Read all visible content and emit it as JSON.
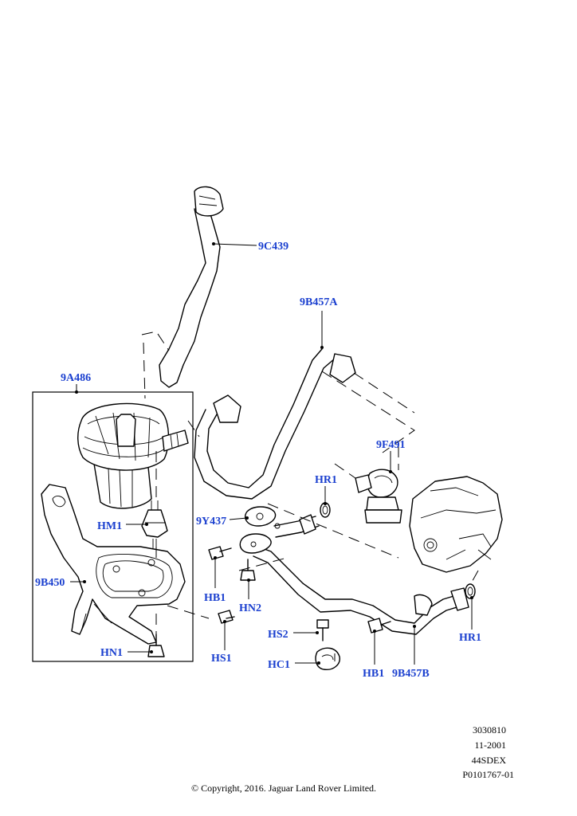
{
  "labels": {
    "hose_upper": "9C439",
    "hose_main": "9B457A",
    "pump": "9A486",
    "valve": "9F491",
    "clip_valve": "HR1",
    "isolator": "HM1",
    "gasket": "9Y437",
    "bracket": "9B450",
    "bolt_left": "HB1",
    "nut_mid": "HN2",
    "screw_stud": "HS2",
    "clip_c": "HC1",
    "bolt_right": "HB1",
    "pipe_lower": "9B457B",
    "clip_right": "HR1",
    "nut_bottom": "HN1",
    "screw_bracket": "HS1"
  },
  "footer": {
    "ref_number": "3030810",
    "date": "11-2001",
    "model_code": "44SDEX",
    "part_id": "P0101767-01",
    "copyright": "© Copyright, 2016. Jaguar Land Rover Limited."
  },
  "colors": {
    "label": "#1a3fcf",
    "line": "#000000",
    "background": "#ffffff"
  }
}
